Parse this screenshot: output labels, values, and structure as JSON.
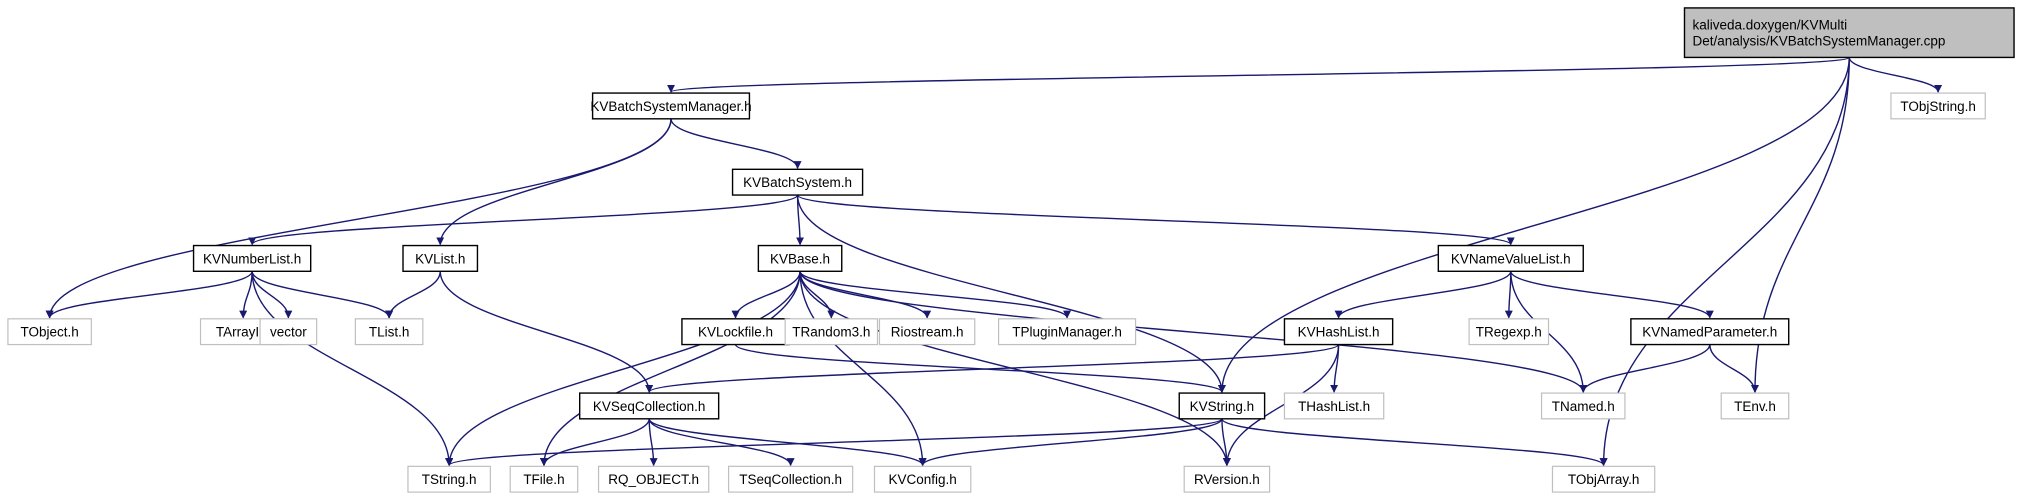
{
  "graph": {
    "nodes": [
      {
        "id": "root",
        "label": [
          "kaliveda.doxygen/KVMulti",
          "Det/analysis/KVBatchSystemManager.cpp"
        ],
        "kind": "root"
      },
      {
        "id": "kvbsm",
        "label": [
          "KVBatchSystemManager.h"
        ],
        "kind": "header"
      },
      {
        "id": "tobjstring",
        "label": [
          "TObjString.h"
        ],
        "kind": "external"
      },
      {
        "id": "kvbs",
        "label": [
          "KVBatchSystem.h"
        ],
        "kind": "header"
      },
      {
        "id": "kvnumberlist",
        "label": [
          "KVNumberList.h"
        ],
        "kind": "header"
      },
      {
        "id": "kvlist",
        "label": [
          "KVList.h"
        ],
        "kind": "header"
      },
      {
        "id": "kvbase",
        "label": [
          "KVBase.h"
        ],
        "kind": "header"
      },
      {
        "id": "kvnamevaluelist",
        "label": [
          "KVNameValueList.h"
        ],
        "kind": "header"
      },
      {
        "id": "tobject",
        "label": [
          "TObject.h"
        ],
        "kind": "external"
      },
      {
        "id": "tarrayi",
        "label": [
          "TArrayI.h"
        ],
        "kind": "external"
      },
      {
        "id": "vector",
        "label": [
          "vector"
        ],
        "kind": "external"
      },
      {
        "id": "tlist",
        "label": [
          "TList.h"
        ],
        "kind": "external"
      },
      {
        "id": "kvlockfile",
        "label": [
          "KVLockfile.h"
        ],
        "kind": "header"
      },
      {
        "id": "trandom3",
        "label": [
          "TRandom3.h"
        ],
        "kind": "external"
      },
      {
        "id": "riostream",
        "label": [
          "Riostream.h"
        ],
        "kind": "external"
      },
      {
        "id": "tpluginmanager",
        "label": [
          "TPluginManager.h"
        ],
        "kind": "external"
      },
      {
        "id": "kvhashlist",
        "label": [
          "KVHashList.h"
        ],
        "kind": "header"
      },
      {
        "id": "tregexp",
        "label": [
          "TRegexp.h"
        ],
        "kind": "external"
      },
      {
        "id": "kvnamedparameter",
        "label": [
          "KVNamedParameter.h"
        ],
        "kind": "header"
      },
      {
        "id": "kvseqcollection",
        "label": [
          "KVSeqCollection.h"
        ],
        "kind": "header"
      },
      {
        "id": "kvstring",
        "label": [
          "KVString.h"
        ],
        "kind": "header"
      },
      {
        "id": "thashlist",
        "label": [
          "THashList.h"
        ],
        "kind": "external"
      },
      {
        "id": "tnamed",
        "label": [
          "TNamed.h"
        ],
        "kind": "external"
      },
      {
        "id": "tenv",
        "label": [
          "TEnv.h"
        ],
        "kind": "external"
      },
      {
        "id": "tstring",
        "label": [
          "TString.h"
        ],
        "kind": "external"
      },
      {
        "id": "tfile",
        "label": [
          "TFile.h"
        ],
        "kind": "external"
      },
      {
        "id": "rqobject",
        "label": [
          "RQ_OBJECT.h"
        ],
        "kind": "external"
      },
      {
        "id": "tseqcollection",
        "label": [
          "TSeqCollection.h"
        ],
        "kind": "external"
      },
      {
        "id": "kvconfig",
        "label": [
          "KVConfig.h"
        ],
        "kind": "external"
      },
      {
        "id": "rversion",
        "label": [
          "RVersion.h"
        ],
        "kind": "external"
      },
      {
        "id": "tobjarray",
        "label": [
          "TObjArray.h"
        ],
        "kind": "external"
      }
    ],
    "edges": [
      [
        "root",
        "kvbsm"
      ],
      [
        "root",
        "kvstring"
      ],
      [
        "root",
        "tobjstring"
      ],
      [
        "root",
        "tenv"
      ],
      [
        "root",
        "tobjarray"
      ],
      [
        "kvbsm",
        "kvbs"
      ],
      [
        "kvbsm",
        "kvlist"
      ],
      [
        "kvbsm",
        "tobject"
      ],
      [
        "kvbs",
        "kvnumberlist"
      ],
      [
        "kvbs",
        "kvbase"
      ],
      [
        "kvbs",
        "kvnamevaluelist"
      ],
      [
        "kvbs",
        "kvstring"
      ],
      [
        "kvnumberlist",
        "tobject"
      ],
      [
        "kvnumberlist",
        "tarrayi"
      ],
      [
        "kvnumberlist",
        "vector"
      ],
      [
        "kvnumberlist",
        "tlist"
      ],
      [
        "kvnumberlist",
        "tstring"
      ],
      [
        "kvlist",
        "tlist"
      ],
      [
        "kvlist",
        "kvseqcollection"
      ],
      [
        "kvbase",
        "kvlockfile"
      ],
      [
        "kvbase",
        "trandom3"
      ],
      [
        "kvbase",
        "riostream"
      ],
      [
        "kvbase",
        "tpluginmanager"
      ],
      [
        "kvbase",
        "tstring"
      ],
      [
        "kvbase",
        "tfile"
      ],
      [
        "kvbase",
        "kvconfig"
      ],
      [
        "kvbase",
        "rversion"
      ],
      [
        "kvbase",
        "tnamed"
      ],
      [
        "kvlockfile",
        "kvstring"
      ],
      [
        "kvnamevaluelist",
        "kvhashlist"
      ],
      [
        "kvnamevaluelist",
        "tregexp"
      ],
      [
        "kvnamevaluelist",
        "tnamed"
      ],
      [
        "kvnamevaluelist",
        "kvnamedparameter"
      ],
      [
        "kvhashlist",
        "thashlist"
      ],
      [
        "kvhashlist",
        "kvseqcollection"
      ],
      [
        "kvhashlist",
        "rversion"
      ],
      [
        "kvnamedparameter",
        "tnamed"
      ],
      [
        "kvnamedparameter",
        "tenv"
      ],
      [
        "kvseqcollection",
        "tfile"
      ],
      [
        "kvseqcollection",
        "rqobject"
      ],
      [
        "kvseqcollection",
        "tseqcollection"
      ],
      [
        "kvseqcollection",
        "kvconfig"
      ],
      [
        "kvstring",
        "tstring"
      ],
      [
        "kvstring",
        "kvconfig"
      ],
      [
        "kvstring",
        "rversion"
      ],
      [
        "kvstring",
        "tobjarray"
      ]
    ]
  },
  "colors": {
    "edge": "#191970",
    "header_border": "#000000",
    "external_border": "#bfbfbf",
    "root_fill": "#bfbfbf"
  }
}
